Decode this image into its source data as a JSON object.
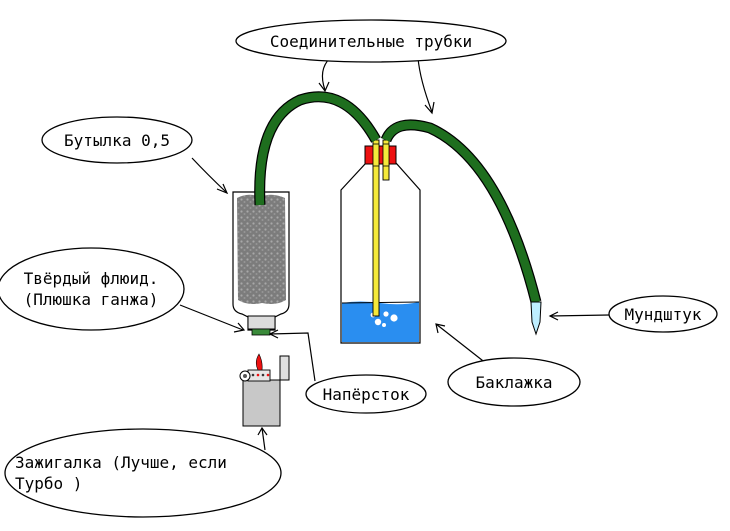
{
  "labels": {
    "tubes": "Соединительные трубки",
    "bottle": "Бутылка 0,5",
    "fluid_line1": "Твёрдый флюид.",
    "fluid_line2": "(Плюшка ганжа)",
    "thimble": "Напёрсток",
    "canister": "Баклажка",
    "mouthpiece": "Мундштук",
    "lighter_line1": "Зажигалка (Лучше, если",
    "lighter_line2": "Турбо )"
  },
  "colors": {
    "tube_green": "#1e6e1e",
    "cap_red": "#ee1111",
    "straw_yellow": "#f5e93a",
    "water_blue": "#2a8ef0",
    "fluid_gray": "#8a8a8a",
    "mouthpiece_cyan": "#bdeeff",
    "lighter_gray": "#c8c8c8"
  }
}
